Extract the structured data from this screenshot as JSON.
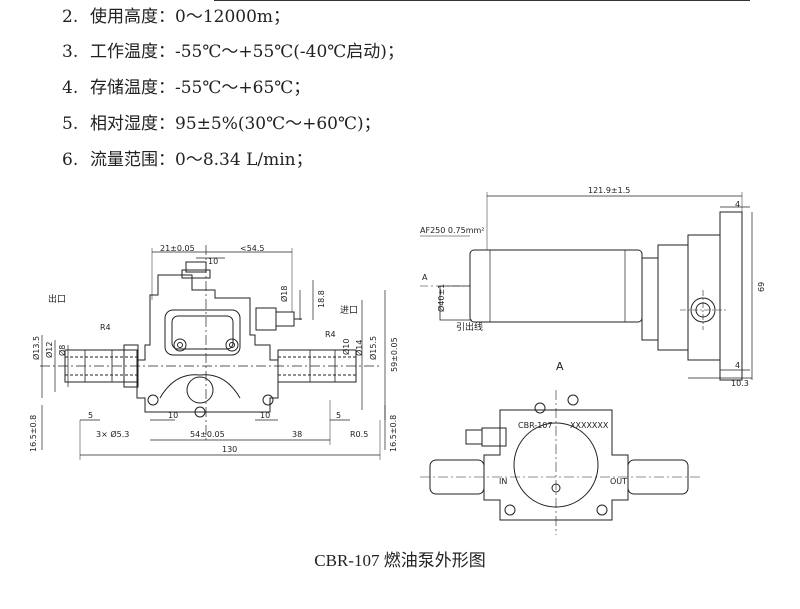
{
  "specs": [
    {
      "num": "2.",
      "label": "使用高度：",
      "value": "0～12000m；"
    },
    {
      "num": "3.",
      "label": "工作温度：",
      "value": "-55℃～+55℃(-40℃启动)；"
    },
    {
      "num": "4.",
      "label": "存储温度：",
      "value": "-55℃～+65℃；"
    },
    {
      "num": "5.",
      "label": "相对湿度：",
      "value": "95±5%(30℃～+60℃)；"
    },
    {
      "num": "6.",
      "label": "流量范围：",
      "value": "0～8.34 L/min；"
    }
  ],
  "drawing": {
    "front": {
      "outlet": "出口",
      "inlet": "进口",
      "dims": {
        "d21": "21±0.05",
        "d54_5": "<54.5",
        "d10": "10",
        "d18_8": "18.8",
        "d13_5": "Ø13.5",
        "d12": "Ø12",
        "d8": "Ø8",
        "r4a": "R4",
        "r4b": "R4",
        "d10b": "Ø10",
        "d14": "Ø14",
        "d15_5": "Ø15.5",
        "d59": "59±0.05",
        "d16_5": "16.5±0.8",
        "d16_5b": "16.5±0.8",
        "holes": "3× Ø5.3",
        "d54": "54±0.05",
        "d38": "38",
        "r0_5": "R0.5",
        "d130": "130",
        "d5a": "5",
        "d5b": "5",
        "d10c": "10",
        "d10d": "10",
        "d18": "Ø18"
      }
    },
    "side": {
      "wire": "AF250 0.75mm²",
      "lead": "引出线",
      "dims": {
        "d121": "121.9±1.5",
        "d4a": "4",
        "d4b": "4",
        "d69": "69",
        "d10_3": "10.3",
        "d40": "Ø40±1",
        "view": "A"
      }
    },
    "viewA": {
      "title": "A",
      "model": "CBR-107",
      "serial": "XXXXXXX",
      "in": "IN",
      "out": "OUT"
    }
  },
  "caption": "CBR-107 燃油泵外形图"
}
